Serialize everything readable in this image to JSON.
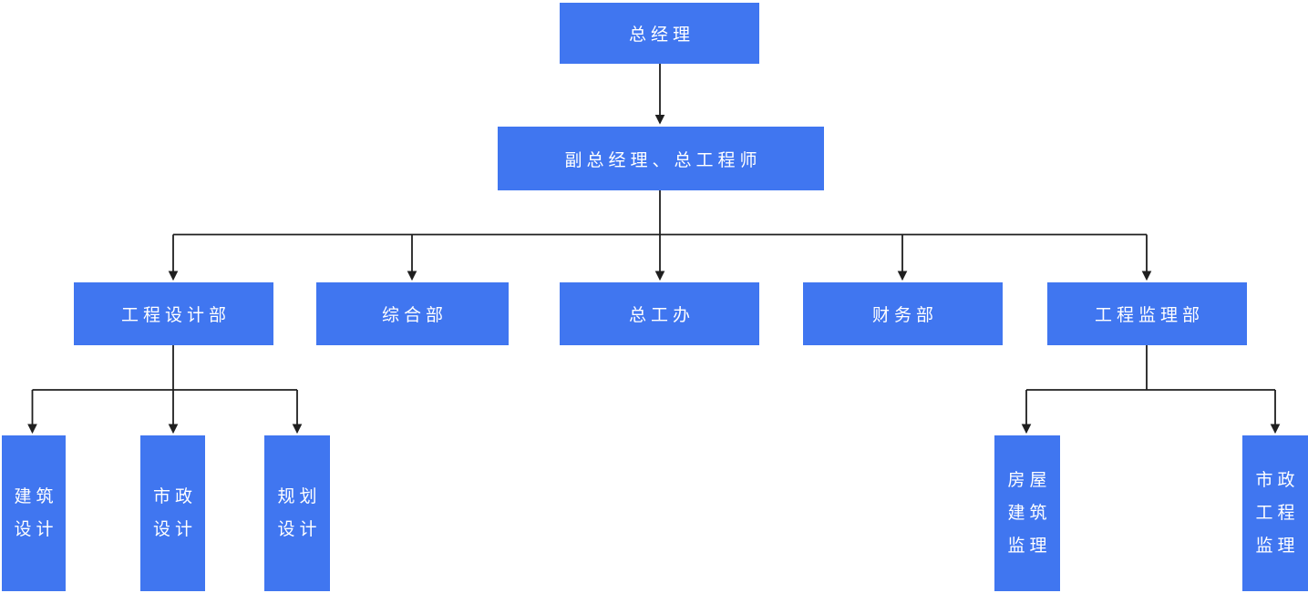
{
  "org_chart": {
    "type": "organization-chart",
    "colors": {
      "node_fill": "#4076F0",
      "node_text": "#ffffff",
      "connector": "#1f1f1f",
      "page_background": "#ffffff"
    },
    "root": {
      "label": "总经理"
    },
    "deputy": {
      "label": "副总经理、总工程师"
    },
    "departments": [
      {
        "label": "工程设计部"
      },
      {
        "label": "综合部"
      },
      {
        "label": "总工办"
      },
      {
        "label": "财务部"
      },
      {
        "label": "工程监理部"
      }
    ],
    "design_sub_departments": [
      {
        "label": "建筑设计",
        "lines": [
          "建筑",
          "设计"
        ]
      },
      {
        "label": "市政设计",
        "lines": [
          "市政",
          "设计"
        ]
      },
      {
        "label": "规划设计",
        "lines": [
          "规划",
          "设计"
        ]
      }
    ],
    "supervision_sub_departments": [
      {
        "label": "房屋建筑监理",
        "lines": [
          "房屋",
          "建筑",
          "监理"
        ]
      },
      {
        "label": "市政工程监理",
        "lines": [
          "市政",
          "工程",
          "监理"
        ]
      }
    ],
    "edges": [
      [
        "总经理",
        "副总经理、总工程师"
      ],
      [
        "副总经理、总工程师",
        "工程设计部"
      ],
      [
        "副总经理、总工程师",
        "综合部"
      ],
      [
        "副总经理、总工程师",
        "总工办"
      ],
      [
        "副总经理、总工程师",
        "财务部"
      ],
      [
        "副总经理、总工程师",
        "工程监理部"
      ],
      [
        "工程设计部",
        "建筑设计"
      ],
      [
        "工程设计部",
        "市政设计"
      ],
      [
        "工程设计部",
        "规划设计"
      ],
      [
        "工程监理部",
        "房屋建筑监理"
      ],
      [
        "工程监理部",
        "市政工程监理"
      ]
    ]
  }
}
